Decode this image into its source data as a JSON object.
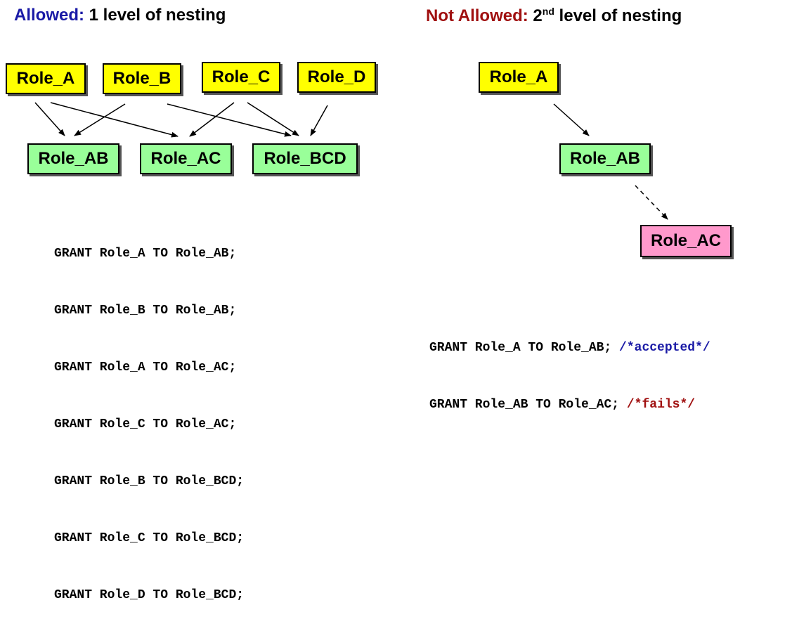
{
  "left": {
    "heading_label": "Allowed:",
    "heading_rest": " 1 level of nesting",
    "heading_label_color": "#1a1aa6",
    "top_roles": [
      "Role_A",
      "Role_B",
      "Role_C",
      "Role_D"
    ],
    "bottom_roles": [
      "Role_AB",
      "Role_AC",
      "Role_BCD"
    ],
    "grants": [
      "GRANT Role_A TO Role_AB;",
      "GRANT Role_B TO Role_AB;",
      "GRANT Role_A TO Role_AC;",
      "GRANT Role_C TO Role_AC;",
      "GRANT Role_B TO Role_BCD;",
      "GRANT Role_C TO Role_BCD;",
      "GRANT Role_D TO Role_BCD;"
    ]
  },
  "right": {
    "heading_label": "Not Allowed:",
    "heading_num": " 2",
    "heading_sup": "nd",
    "heading_rest": " level of nesting",
    "heading_label_color": "#a01010",
    "roles": [
      "Role_A",
      "Role_AB",
      "Role_AC"
    ],
    "grants": [
      {
        "stmt": "GRANT Role_A TO Role_AB; ",
        "comment": "/*accepted*/",
        "comment_color": "#1a1aa6"
      },
      {
        "stmt": "GRANT Role_AB TO Role_AC; ",
        "comment": "/*fails*/",
        "comment_color": "#a01010"
      }
    ]
  },
  "colors": {
    "top_role_fill": "#ffff00",
    "grantee_role_fill": "#99ff99",
    "rejected_role_fill": "#ff99cc"
  }
}
